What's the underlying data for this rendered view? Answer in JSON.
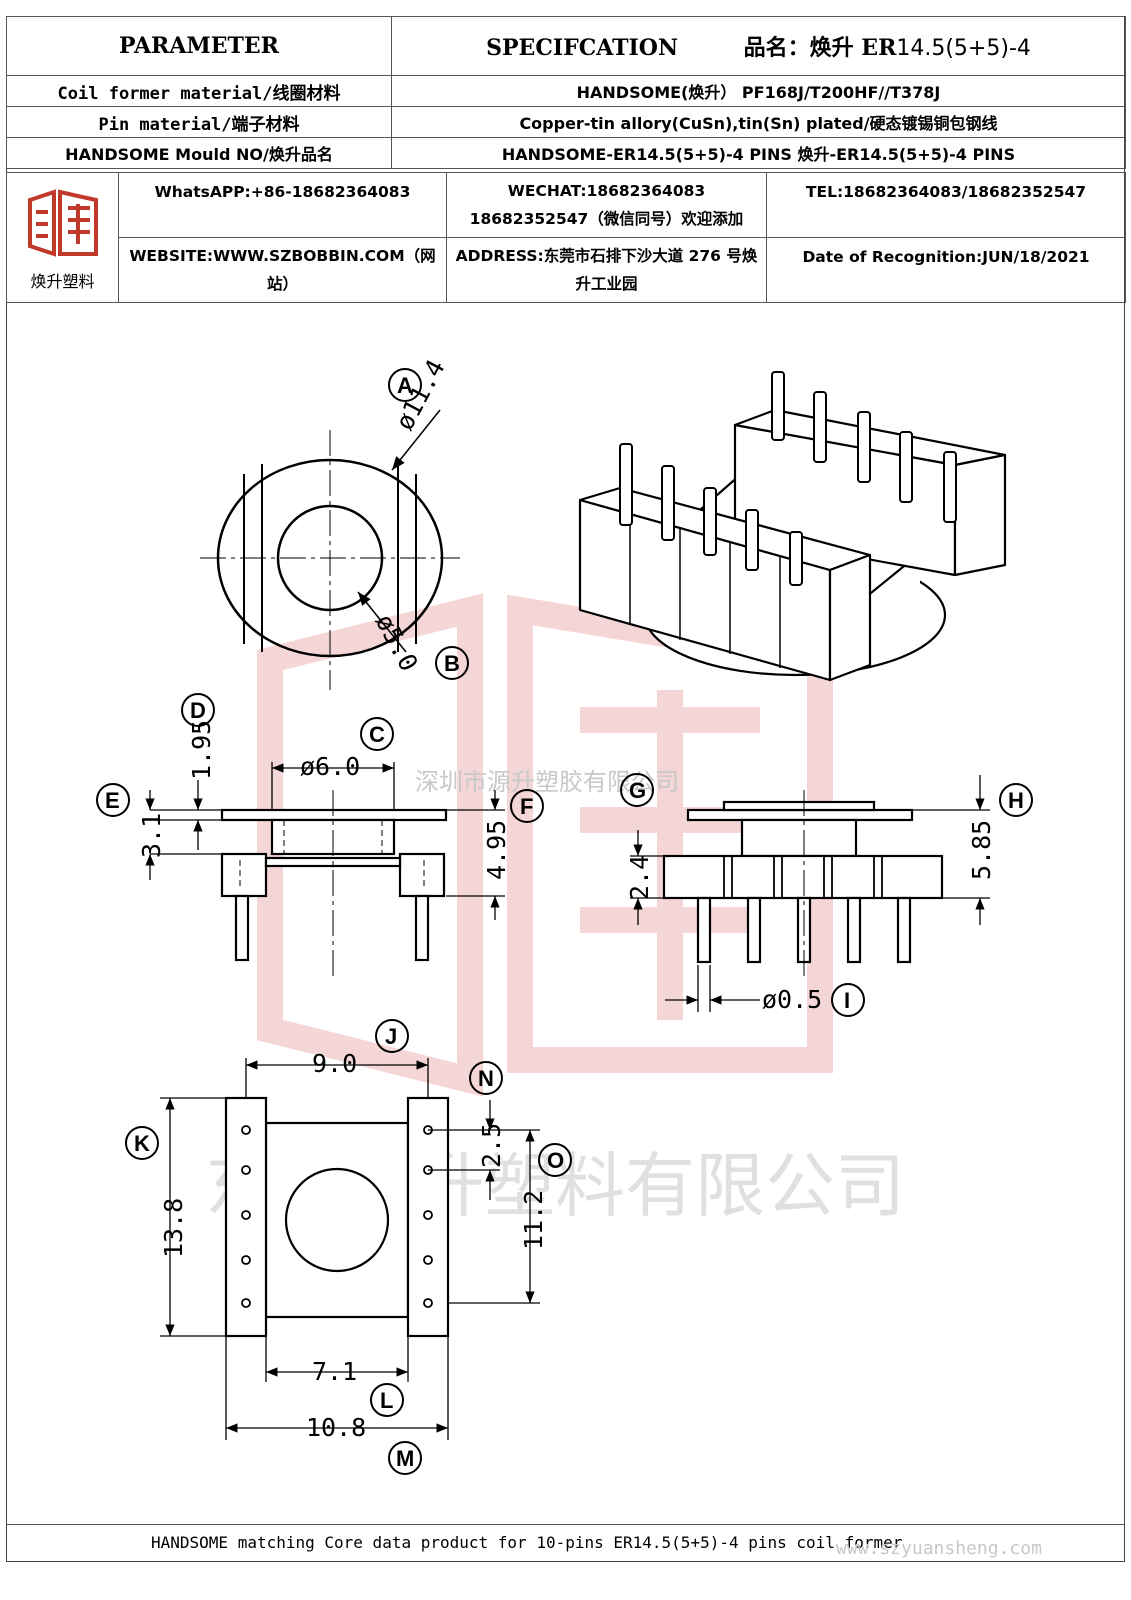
{
  "header": {
    "parameter": "PARAMETER",
    "specification": "SPECIFCATION",
    "product_name_label": "品名：焕升 ER",
    "product_model": "14.5(5+5)-4"
  },
  "rows": [
    {
      "label": "Coil former material/线圈材料",
      "value": "HANDSOME(焕升）  PF168J/T200HF//T378J"
    },
    {
      "label": "Pin material/端子材料",
      "value": "Copper-tin allory(CuSn),tin(Sn) plated/硬态镀锡铜包钢线"
    },
    {
      "label": "HANDSOME Mould NO/焕升品名",
      "value": "HANDSOME-ER14.5(5+5)-4 PINS   焕升-ER14.5(5+5)-4 PINS"
    }
  ],
  "contact": {
    "logo_text": "焕升塑料",
    "whatsapp": "WhatsAPP:+86-18682364083",
    "wechat_line1": "WECHAT:18682364083",
    "wechat_line2": "18682352547（微信同号）欢迎添加",
    "tel": "TEL:18682364083/18682352547",
    "website": "WEBSITE:WWW.SZBOBBIN.COM（网站）",
    "address": "ADDRESS:东莞市石排下沙大道 276 号焕升工业园",
    "date": "Date of Recognition:JUN/18/2021"
  },
  "watermarks": {
    "small": "深圳市源升塑胶有限公司",
    "large": "东莞焕升塑料有限公司"
  },
  "dimensions": {
    "A": "ø11.4",
    "B": "ø5.0",
    "C": "ø6.0",
    "D": "1.95",
    "E": "3.1",
    "F": "4.95",
    "G": "2.4",
    "H": "5.85",
    "I": "ø0.5",
    "J": "9.0",
    "K": "13.8",
    "L": "7.1",
    "M": "10.8",
    "N": "2.5",
    "O": "11.2"
  },
  "footer": {
    "text": "HANDSOME matching Core data  product for 10-pins ER14.5(5+5)-4 pins coil former",
    "url": "www.szyuansheng.com"
  }
}
